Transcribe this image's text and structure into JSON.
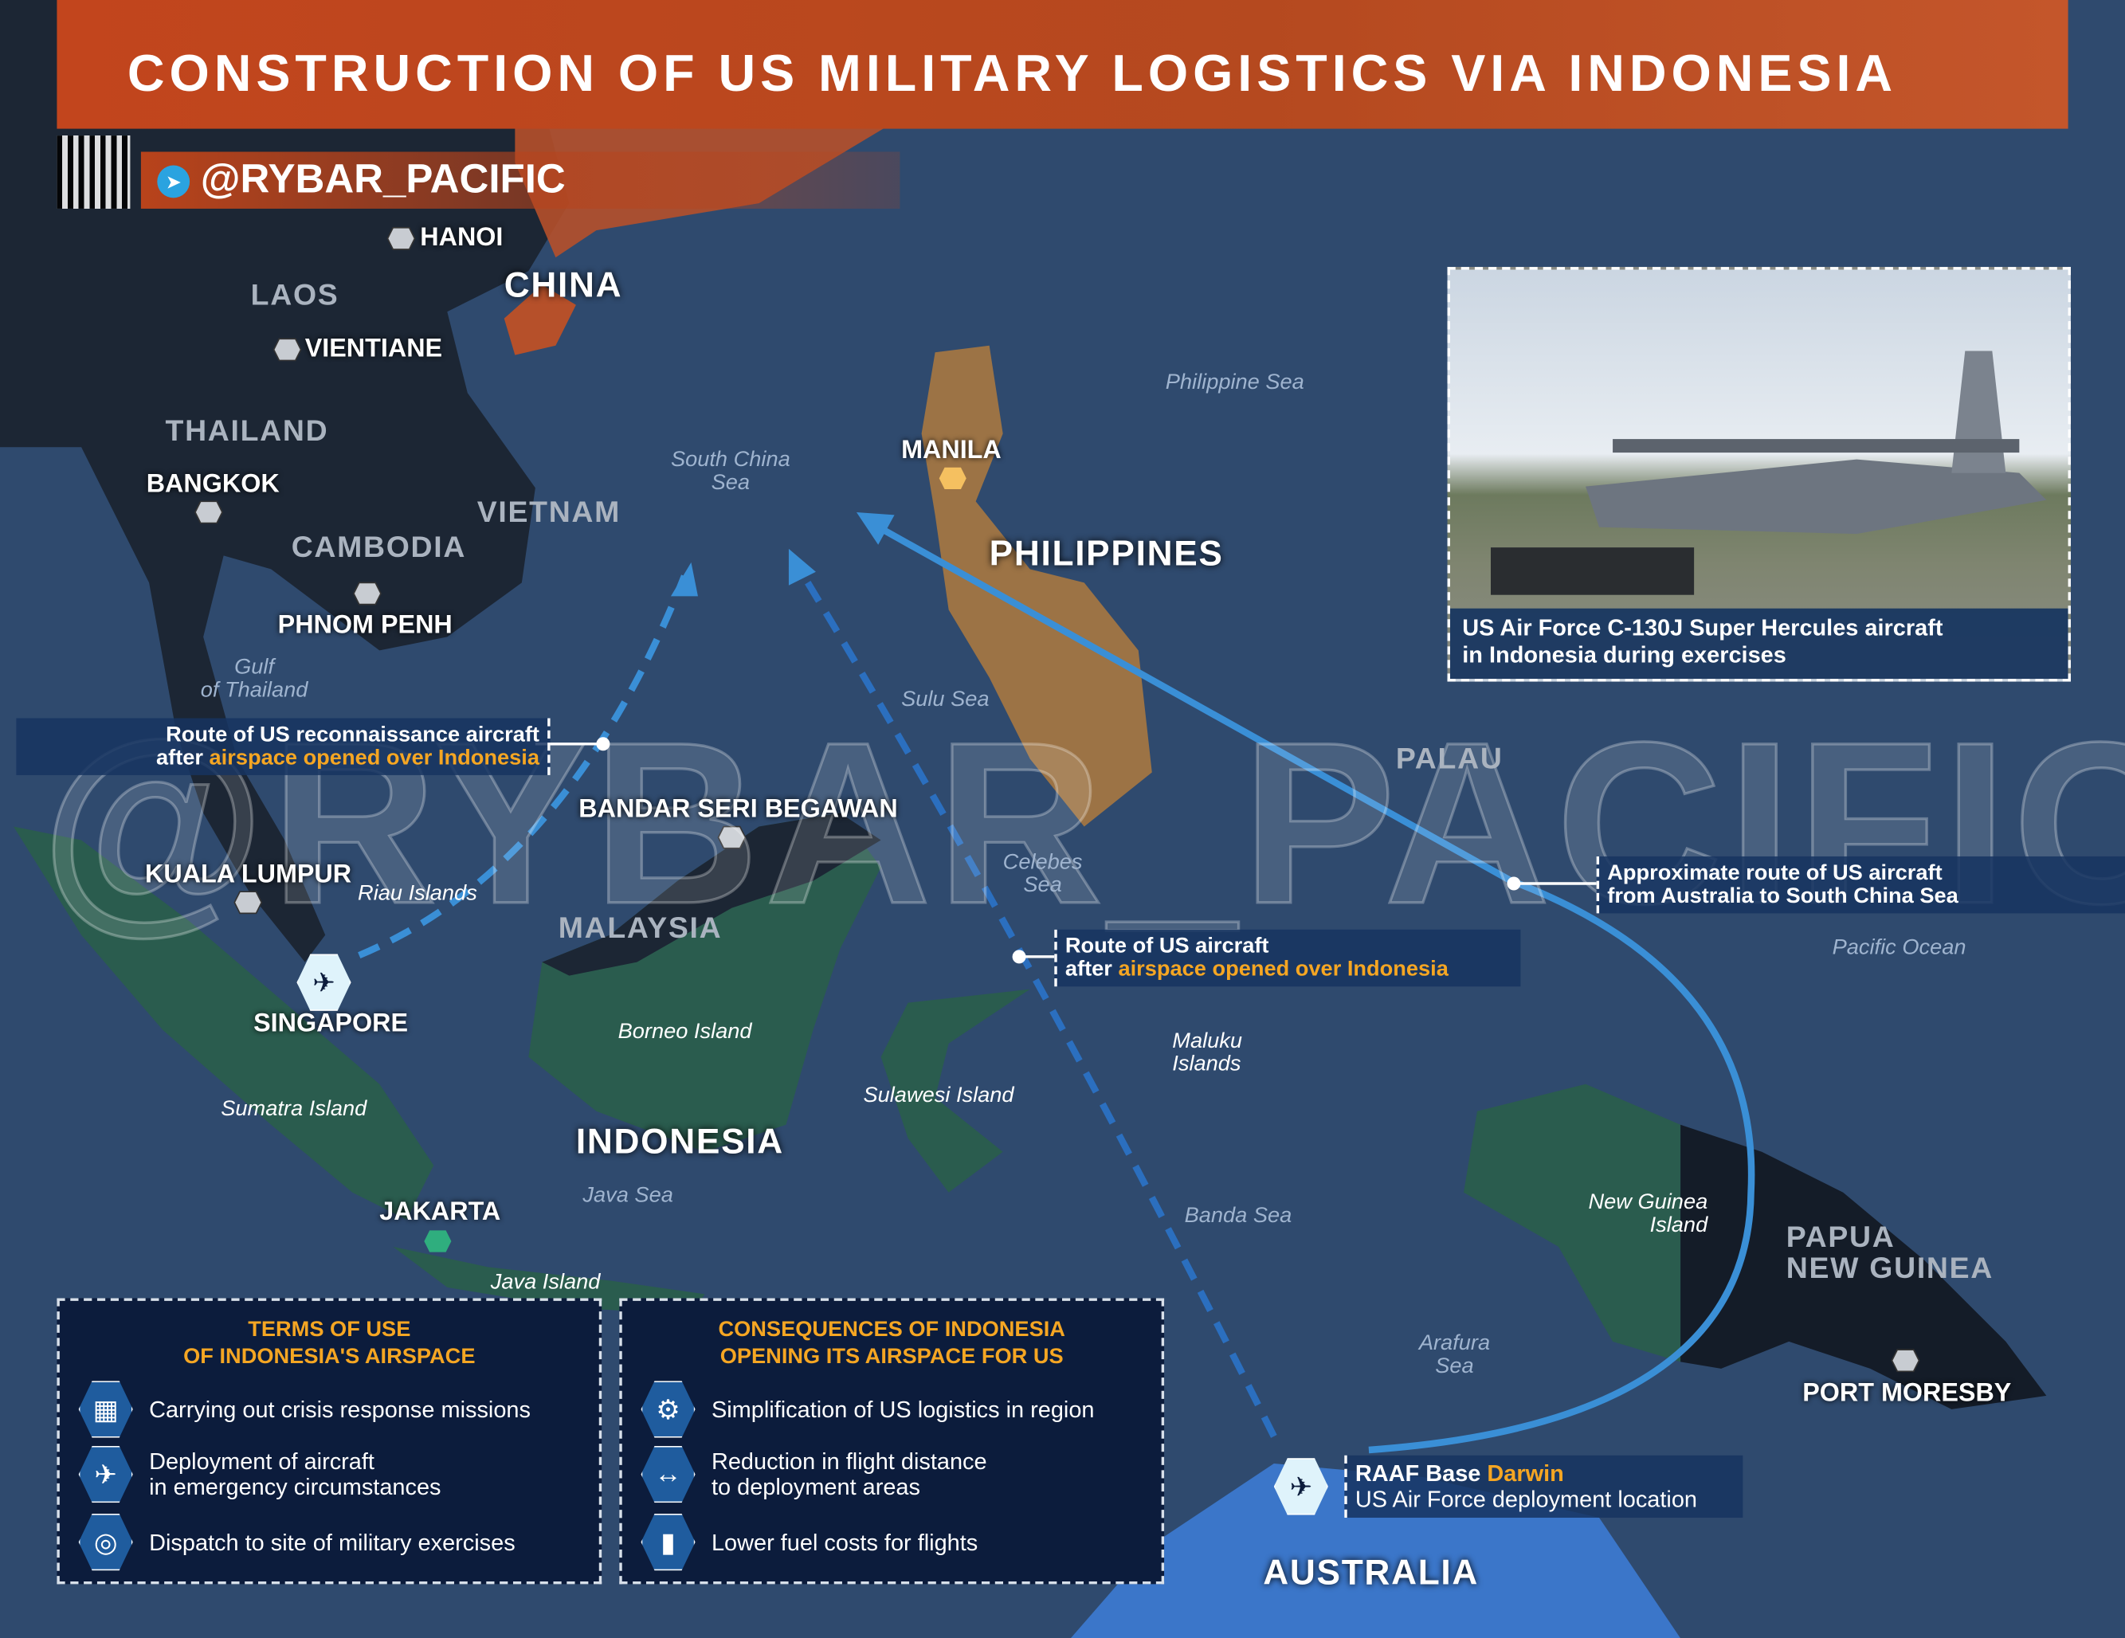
{
  "header": {
    "title": "CONSTRUCTION OF US MILITARY LOGISTICS VIA INDONESIA",
    "handle": "@RYBAR_PACIFIC",
    "watermark": "@RYBAR_PACIFIC"
  },
  "map_labels": {
    "china": "CHINA",
    "hanoi": "HANOI",
    "laos": "LAOS",
    "vientiane": "VIENTIANE",
    "thailand": "THAILAND",
    "bangkok": "BANGKOK",
    "vietnam": "VIETNAM",
    "cambodia": "CAMBODIA",
    "phnom_penh": "PHNOM PENH",
    "gulf_of_thailand": "Gulf\nof Thailand",
    "south_china_sea": "South China\nSea",
    "philippine_sea": "Philippine Sea",
    "manila": "MANILA",
    "philippines": "PHILIPPINES",
    "sulu_sea": "Sulu Sea",
    "palau": "PALAU",
    "bandar_seri_begawan": "BANDAR SERI BEGAWAN",
    "celebes_sea": "Celebes\nSea",
    "kuala_lumpur": "KUALA LUMPUR",
    "riau_islands": "Riau Islands",
    "malaysia": "MALAYSIA",
    "singapore": "SINGAPORE",
    "borneo": "Borneo Island",
    "maluku": "Maluku\nIslands",
    "sulawesi": "Sulawesi Island",
    "sumatra": "Sumatra Island",
    "indonesia": "INDONESIA",
    "pacific_ocean": "Pacific Ocean",
    "java_sea": "Java Sea",
    "jakarta": "JAKARTA",
    "banda_sea": "Banda Sea",
    "new_guinea": "New Guinea\nIsland",
    "png": "PAPUA\nNEW GUINEA",
    "java_island": "Java Island",
    "arafura_sea": "Arafura\nSea",
    "port_moresby": "PORT MORESBY",
    "australia": "AUSTRALIA"
  },
  "callouts": {
    "recon": {
      "line1": "Route of US reconnaissance aircraft",
      "line2_prefix": "after ",
      "line2_highlight": "airspace opened over Indonesia"
    },
    "route": {
      "line1": "Route of US aircraft",
      "line2_prefix": "after ",
      "line2_highlight": "airspace opened over Indonesia"
    },
    "approx": {
      "line1": "Approximate route of US aircraft",
      "line2": "from Australia to South China Sea"
    },
    "darwin": {
      "line1_prefix": "RAAF Base ",
      "line1_highlight": "Darwin",
      "line2": "US Air Force deployment location"
    }
  },
  "photo": {
    "caption_line1": "US Air Force C-130J Super Hercules aircraft",
    "caption_line2": "in Indonesia during exercises"
  },
  "panels": {
    "terms": {
      "title_line1": "TERMS OF USE",
      "title_line2": "OF INDONESIA'S AIRSPACE",
      "items": [
        {
          "icon": "monitor-network-icon",
          "text": "Carrying out crisis response missions"
        },
        {
          "icon": "airplane-icon",
          "text": "Deployment of aircraft\nin emergency circumstances"
        },
        {
          "icon": "target-icon",
          "text": "Dispatch to site of military exercises"
        }
      ]
    },
    "consequences": {
      "title_line1": "CONSEQUENCES OF INDONESIA",
      "title_line2": "OPENING ITS AIRSPACE FOR US",
      "items": [
        {
          "icon": "gear-cycle-icon",
          "text": "Simplification of US logistics in region"
        },
        {
          "icon": "distance-ruler-icon",
          "text": "Reduction in flight distance\nto deployment areas"
        },
        {
          "icon": "fuel-drop-icon",
          "text": "Lower fuel costs for flights"
        }
      ]
    }
  },
  "colors": {
    "title_bar": "#c2451d",
    "accent": "#f5a623",
    "route": "#3a8fd6",
    "sea": "#2f4a6e",
    "panel": "#0c1c3c"
  }
}
